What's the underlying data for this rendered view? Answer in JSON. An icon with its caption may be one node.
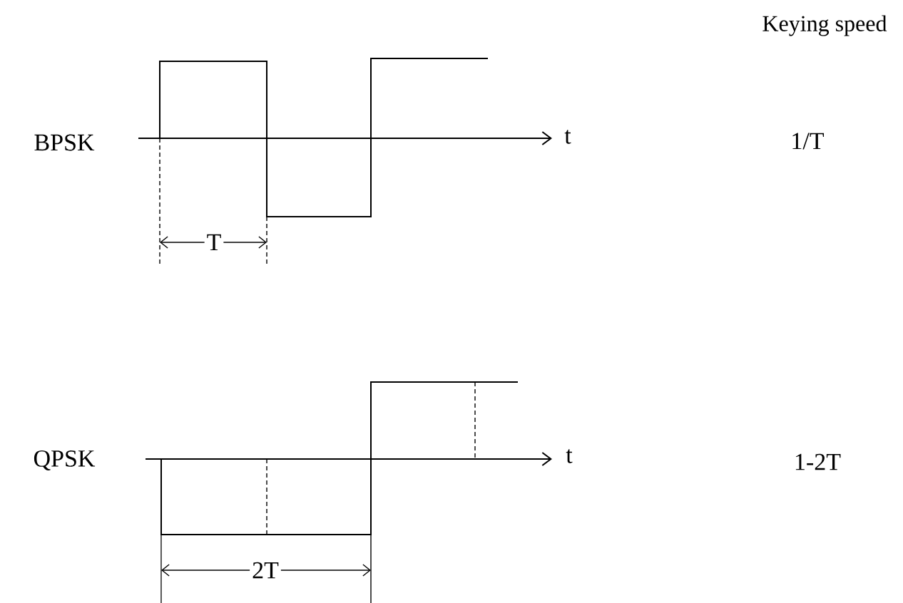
{
  "diagram": {
    "labels": [
      "Keying speed",
      "BPSK",
      "t",
      "1/T",
      "T",
      "QPSK",
      "t",
      "1-2T",
      "2T"
    ]
  }
}
